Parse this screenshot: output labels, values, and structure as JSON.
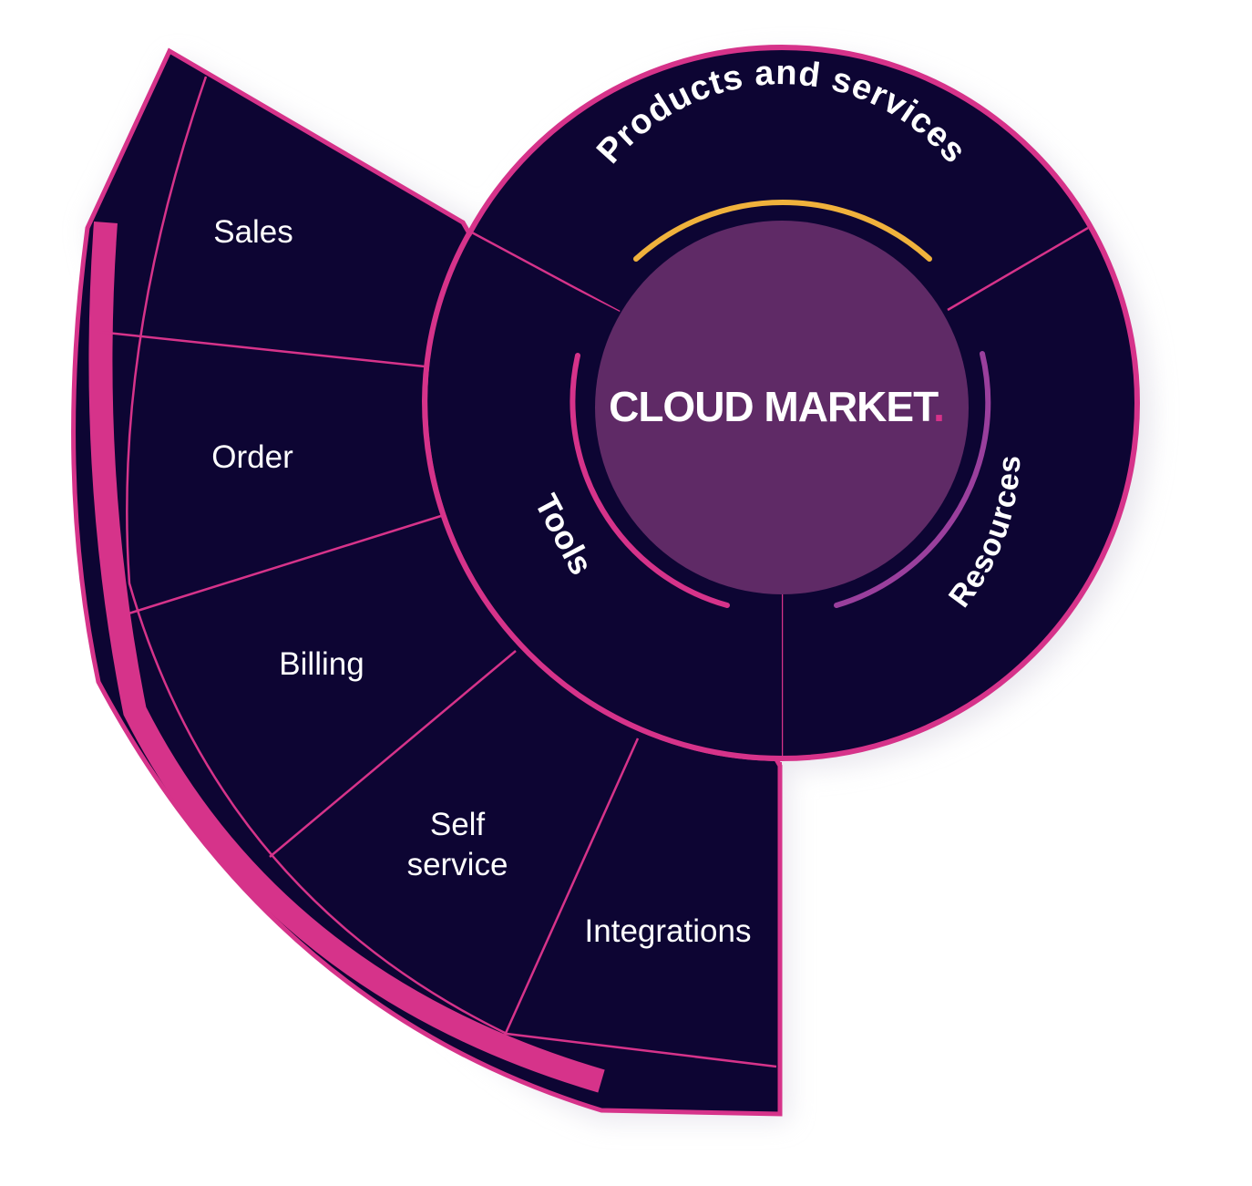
{
  "colors": {
    "navy": "#0d0533",
    "magenta": "#d6338a",
    "purple": "#5f2a66",
    "gold": "#f0b23c",
    "violet": "#9a3f9d",
    "white": "#ffffff",
    "shadow": "#d9d6e2"
  },
  "center": {
    "logo_text": "CLOUD MARKET",
    "logo_dot": "."
  },
  "ring_labels": {
    "products": "Products and services",
    "resources": "Resources",
    "tools": "Tools"
  },
  "fan_segments": [
    {
      "id": "sales",
      "lines": [
        "Sales"
      ]
    },
    {
      "id": "order",
      "lines": [
        "Order"
      ]
    },
    {
      "id": "billing",
      "lines": [
        "Billing"
      ]
    },
    {
      "id": "self-service",
      "lines": [
        "Self",
        "service"
      ]
    },
    {
      "id": "integrations",
      "lines": [
        "Integrations"
      ]
    }
  ]
}
